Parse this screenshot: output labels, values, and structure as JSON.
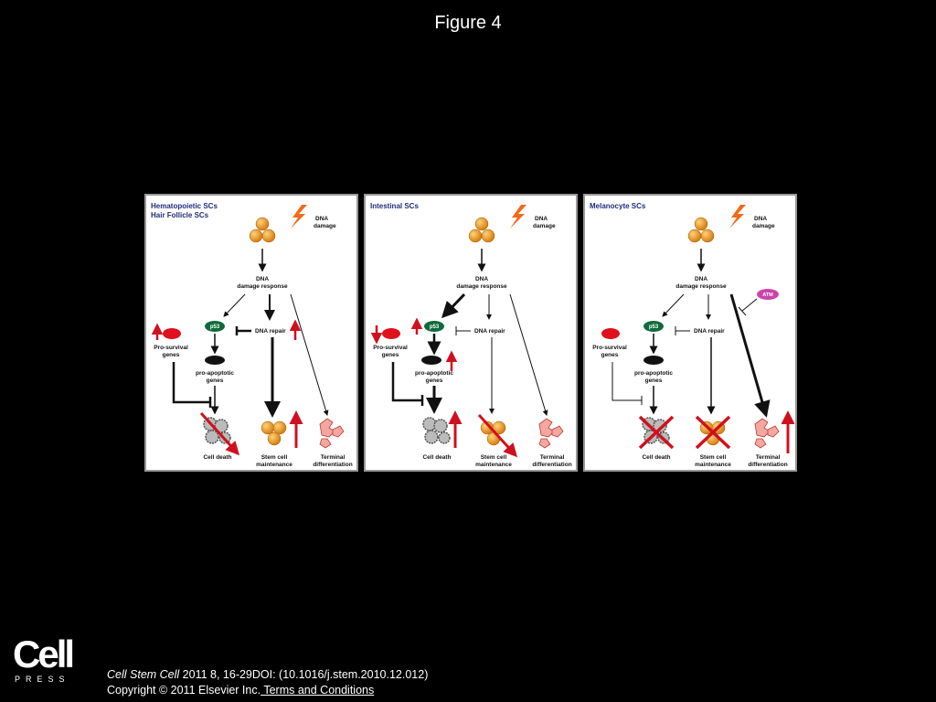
{
  "header": {
    "title": "Figure 4"
  },
  "colors": {
    "arrow_red": "#d0101e",
    "p53_green": "#0f6b3a",
    "atm_magenta": "#cc44aa",
    "cell_orange": "#f0a030",
    "title_blue": "#1f2d7a"
  },
  "panels": [
    {
      "title_line1": "Hematopoietic SCs",
      "title_line2": "Hair Follicle SCs",
      "dna_damage_1": "DNA",
      "dna_damage_2": "damage",
      "ddr_1": "DNA",
      "ddr_2": "damage response",
      "p53": "p53",
      "dna_repair": "DNA repair",
      "prosurvival_1": "Pro-survival",
      "prosurvival_2": "genes",
      "proapoptotic_1": "pro-apoptotic",
      "proapoptotic_2": "genes",
      "cell_death": "Cell death",
      "stem_1": "Stem cell",
      "stem_2": "maintenance",
      "term_1": "Terminal",
      "term_2": "differentiation"
    },
    {
      "title_line1": "Intestinal SCs",
      "dna_damage_1": "DNA",
      "dna_damage_2": "damage",
      "ddr_1": "DNA",
      "ddr_2": "damage response",
      "p53": "p53",
      "dna_repair": "DNA repair",
      "prosurvival_1": "Pro-survival",
      "prosurvival_2": "genes",
      "proapoptotic_1": "pro-apoptotic",
      "proapoptotic_2": "genes",
      "cell_death": "Cell death",
      "stem_1": "Stem cell",
      "stem_2": "maintenance",
      "term_1": "Terminal",
      "term_2": "differentiation"
    },
    {
      "title_line1": "Melanocyte SCs",
      "dna_damage_1": "DNA",
      "dna_damage_2": "damage",
      "ddr_1": "DNA",
      "ddr_2": "damage response",
      "atm": "ATM",
      "p53": "p53",
      "dna_repair": "DNA repair",
      "prosurvival_1": "Pro-survival",
      "prosurvival_2": "genes",
      "proapoptotic_1": "pro-apoptotic",
      "proapoptotic_2": "genes",
      "cell_death": "Cell death",
      "stem_1": "Stem cell",
      "stem_2": "maintenance",
      "term_1": "Terminal",
      "term_2": "differentiation"
    }
  ],
  "footer": {
    "logo_word": "Cell",
    "logo_sub": "PRESS",
    "journal": "Cell Stem Cell",
    "citation_rest": " 2011 8, 16-29DOI: (10.1016/j.stem.2010.12.012)",
    "copyright": "Copyright © 2011 Elsevier Inc.",
    "terms_link": " Terms and Conditions"
  }
}
